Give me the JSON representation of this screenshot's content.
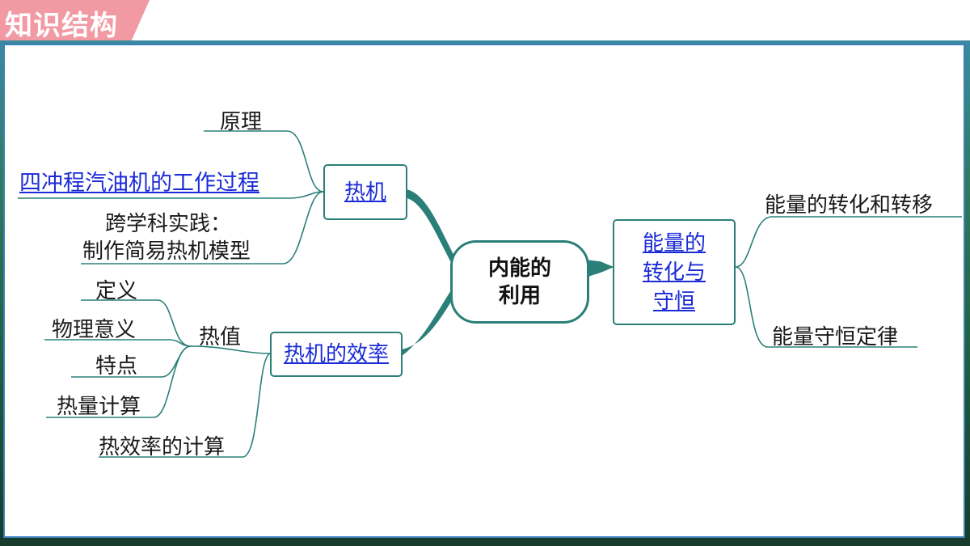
{
  "header": {
    "title": "知识结构"
  },
  "center": {
    "line1": "内能的",
    "line2": "利用"
  },
  "left": {
    "heat_engine": {
      "label": "热机",
      "children": [
        "原理",
        "四冲程汽油机的工作过程",
        "跨学科实践：",
        "制作简易热机模型"
      ]
    },
    "efficiency": {
      "label": "热机的效率",
      "heat_value": {
        "label": "热值",
        "children": [
          "定义",
          "物理意义",
          "特点",
          "热量计算"
        ]
      },
      "calc": "热效率的计算"
    }
  },
  "right": {
    "energy": {
      "line1": "能量的",
      "line2": "转化与",
      "line3": "守恒",
      "children": [
        "能量的转化和转移",
        "能量守恒定律"
      ]
    }
  },
  "colors": {
    "accent": "#2a8078",
    "link": "#1a2bd6",
    "tab": "#f29aa3",
    "frame": "#3a7fb8"
  }
}
